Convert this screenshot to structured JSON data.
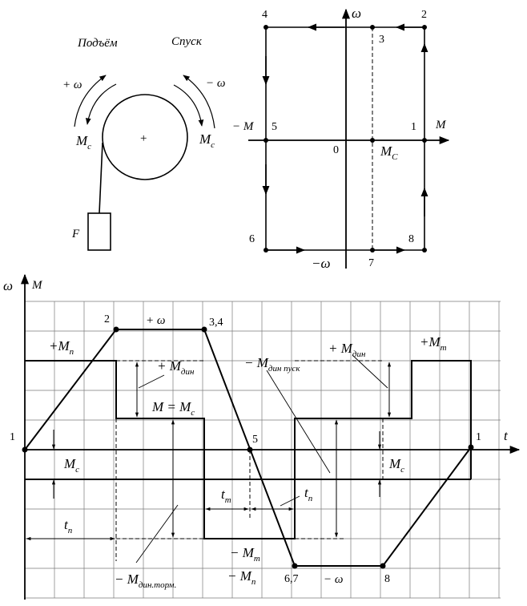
{
  "winch": {
    "lift_label": "Подъём",
    "descent_label": "Спуск",
    "plus_omega": "+ ω",
    "minus_omega": "− ω",
    "torque_left": "M",
    "torque_left_sub": "c",
    "torque_right": "M",
    "torque_right_sub": "c",
    "center_mark": "+",
    "load_label": "F"
  },
  "phase_plane": {
    "axis_omega": "ω",
    "axis_minus_omega": "−ω",
    "axis_M": "M",
    "axis_minus_M": "− M",
    "origin": "0",
    "mc_label": "M",
    "mc_sub": "C",
    "points": {
      "p1": "1",
      "p2": "2",
      "p3": "3",
      "p4": "4",
      "p5": "5",
      "p6": "6",
      "p7": "7",
      "p8": "8"
    }
  },
  "timing": {
    "axis_omega": "ω",
    "axis_M": "M",
    "axis_t": "t",
    "points": {
      "p1_left": "1",
      "p2": "2",
      "p34": "3,4",
      "p5": "5",
      "p67": "6,7",
      "p8": "8",
      "p1_right": "1"
    },
    "labels": {
      "plus_omega": "+ ω",
      "minus_omega": "− ω",
      "plus_Mp": "+M",
      "plus_Mp_sub": "п",
      "plus_Mdin_left": "+ M",
      "plus_Mdin_left_sub": "дин",
      "M_eq_Mc": "M = M",
      "M_eq_Mc_sub": "c",
      "Mc_left": "M",
      "Mc_left_sub": "c",
      "tp_left": "t",
      "tp_left_sub": "п",
      "tm_mid": "t",
      "tm_mid_sub": "т",
      "tp_mid": "t",
      "tp_mid_sub": "п",
      "minus_Mdin_pusk": "− M",
      "minus_Mdin_pusk_sub": "дин пуск",
      "plus_Mdin_right": "+ M",
      "plus_Mdin_right_sub": "дин",
      "plus_Mt": "+M",
      "plus_Mt_sub": "т",
      "Mc_right": "M",
      "Mc_right_sub": "c",
      "minus_Mt": "− M",
      "minus_Mt_sub": "т",
      "minus_Mp": "− M",
      "minus_Mp_sub": "п",
      "minus_Mdin_torm": "− M",
      "minus_Mdin_torm_sub": "дин.торм."
    }
  }
}
